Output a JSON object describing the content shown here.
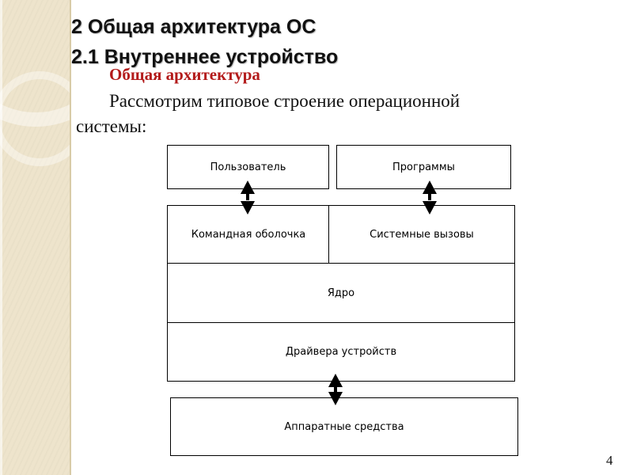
{
  "slide": {
    "title_line1": "2 Общая архитектура ОС",
    "title_line2": "2.1 Внутреннее устройство",
    "subtitle": "Общая архитектура",
    "body": "Рассмотрим типовое строение операционной системы:",
    "page_number": "4"
  },
  "diagram": {
    "user": "Пользователь",
    "programs": "Программы",
    "shell": "Командная оболочка",
    "syscalls": "Системные вызовы",
    "kernel": "Ядро",
    "drivers": "Драйвера устройств",
    "hardware": "Аппаратные средства"
  },
  "colors": {
    "subtitle": "#b31b1b",
    "side_strip": "#eee4cc"
  }
}
